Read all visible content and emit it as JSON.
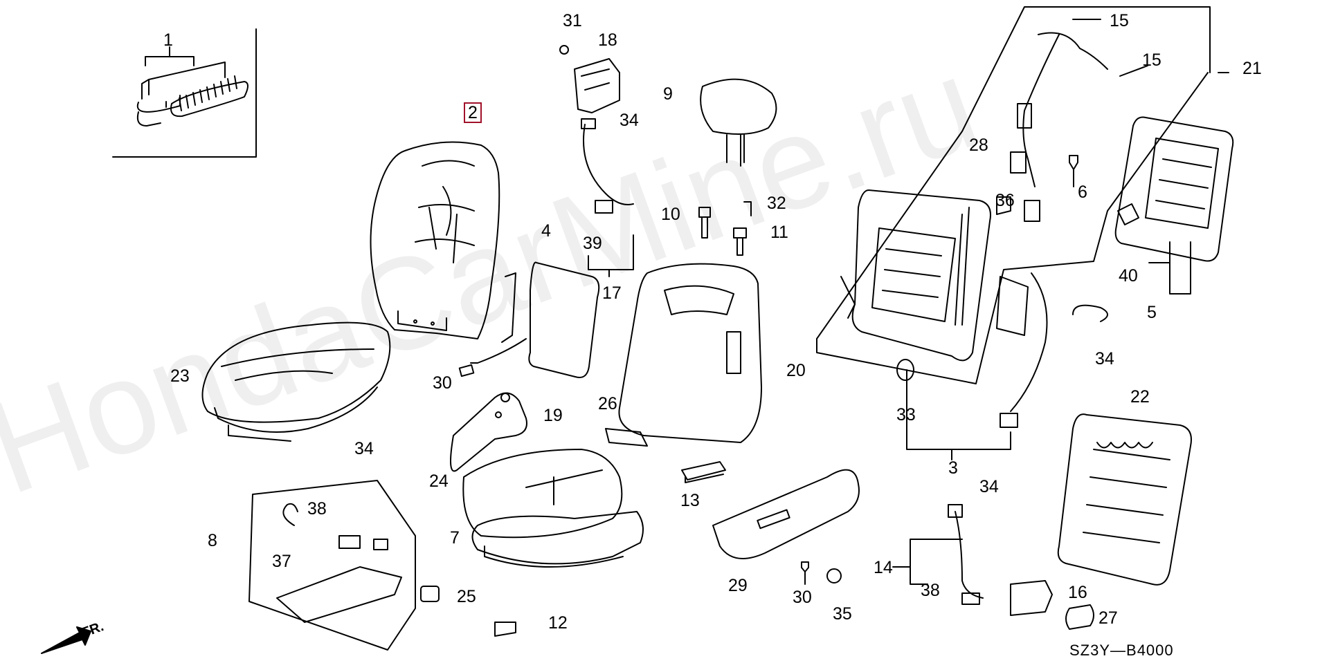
{
  "watermark": "HondaCarMine.ru",
  "diagram_code": "SZ3Y—B4000",
  "front_marker": "FR.",
  "highlighted_part": "2",
  "callouts": {
    "c1": "1",
    "c2": "2",
    "c3": "3",
    "c4": "4",
    "c5": "5",
    "c6": "6",
    "c7": "7",
    "c8": "8",
    "c9": "9",
    "c10": "10",
    "c11": "11",
    "c12": "12",
    "c13": "13",
    "c14": "14",
    "c15a": "15",
    "c15b": "15",
    "c16": "16",
    "c17": "17",
    "c18": "18",
    "c19": "19",
    "c20": "20",
    "c21": "21",
    "c22": "22",
    "c23": "23",
    "c24": "24",
    "c25": "25",
    "c26": "26",
    "c27": "27",
    "c28": "28",
    "c29": "29",
    "c30a": "30",
    "c30b": "30",
    "c31": "31",
    "c32": "32",
    "c33": "33",
    "c34a": "34",
    "c34b": "34",
    "c34c": "34",
    "c34d": "34",
    "c35": "35",
    "c36": "36",
    "c37": "37",
    "c38a": "38",
    "c38b": "38",
    "c39": "39",
    "c40": "40"
  }
}
